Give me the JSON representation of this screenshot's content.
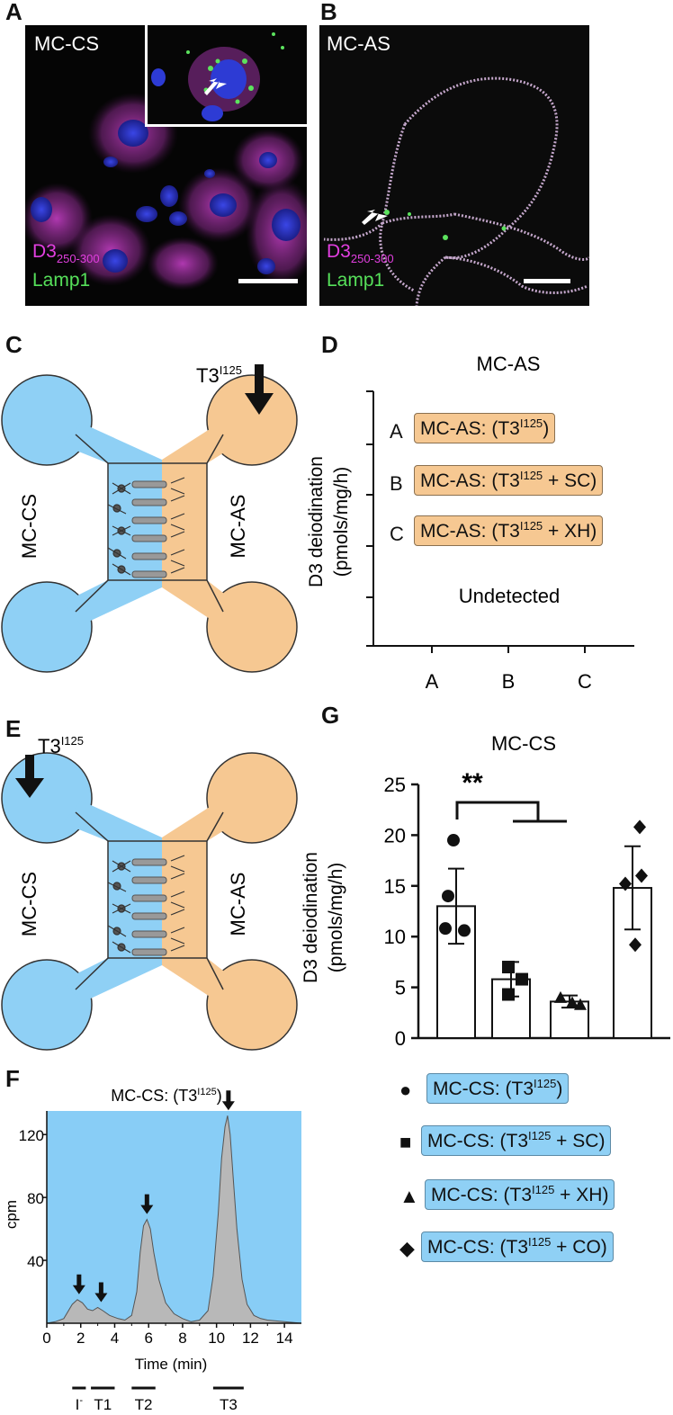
{
  "panels": {
    "a": {
      "letter": "A",
      "label": "MC-CS",
      "stain1": "D3",
      "stain1_sub": "250-300",
      "stain2": "Lamp1"
    },
    "b": {
      "letter": "B",
      "label": "MC-AS",
      "stain1": "D3",
      "stain1_sub": "250-300",
      "stain2": "Lamp1"
    },
    "c": {
      "letter": "C",
      "tracer": "T3",
      "tracer_sup": "I125",
      "left": "MC-CS",
      "right": "MC-AS"
    },
    "d": {
      "letter": "D",
      "title": "MC-AS",
      "ylabel1": "D3 deiodination",
      "ylabel2": "(pmols/mg/h)",
      "legend": [
        {
          "key": "A",
          "prefix": "MC-AS: (T3",
          "sup": "I125",
          "suffix": ")"
        },
        {
          "key": "B",
          "prefix": "MC-AS: (T3",
          "sup": "I125",
          "suffix": " + SC)"
        },
        {
          "key": "C",
          "prefix": "MC-AS: (T3",
          "sup": "I125",
          "suffix": " + XH)"
        }
      ],
      "note": "Undetected",
      "xticks": [
        "A",
        "B",
        "C"
      ]
    },
    "e": {
      "letter": "E",
      "tracer": "T3",
      "tracer_sup": "I125",
      "left": "MC-CS",
      "right": "MC-AS"
    },
    "f": {
      "letter": "F",
      "title_prefix": "MC-CS: (T3",
      "title_sup": "I125",
      "title_suffix": ")",
      "ylabel": "cpm",
      "xlabel": "Time (min)",
      "fractions": [
        "I",
        "T1",
        "T2",
        "T3"
      ],
      "iodide_sup": "-"
    },
    "g": {
      "letter": "G",
      "title": "MC-CS",
      "ylabel1": "D3 deiodination",
      "ylabel2": "(pmols/mg/h)",
      "significance": "**",
      "legend": [
        {
          "symbol": "●",
          "prefix": "MC-CS: (T3",
          "sup": "I125",
          "suffix": ")"
        },
        {
          "symbol": "■",
          "prefix": "MC-CS: (T3",
          "sup": "I125",
          "suffix": " + SC)"
        },
        {
          "symbol": "▲",
          "prefix": "MC-CS: (T3",
          "sup": "I125",
          "suffix": " + XH)"
        },
        {
          "symbol": "◆",
          "prefix": "MC-CS: (T3",
          "sup": "I125",
          "suffix": " + CO)"
        }
      ]
    }
  },
  "colors": {
    "cs_blue": "#8fd0f5",
    "as_orange": "#f6c892",
    "magenta": "#e23fe0",
    "green": "#56e05a",
    "peak_gray": "#b8b8b8",
    "hplc_bg": "#88cdf6"
  },
  "chart_data": [
    {
      "type": "bar",
      "panel": "D",
      "title": "MC-AS",
      "ylabel": "D3 deiodination (pmols/mg/h)",
      "categories": [
        "A",
        "B",
        "C"
      ],
      "values": [
        null,
        null,
        null
      ],
      "annotation": "Undetected"
    },
    {
      "type": "bar",
      "panel": "G",
      "title": "MC-CS",
      "ylabel": "D3 deiodination (pmols/mg/h)",
      "ylim": [
        0,
        25
      ],
      "yticks": [
        0,
        5,
        10,
        15,
        20,
        25
      ],
      "series": [
        {
          "name": "MC-CS: (T3I125)",
          "mean": 13.0,
          "sd": 3.7,
          "points": [
            19.5,
            14.0,
            10.8,
            10.6
          ],
          "marker": "circle"
        },
        {
          "name": "MC-CS: (T3I125 + SC)",
          "mean": 5.8,
          "sd": 1.7,
          "points": [
            7.0,
            5.8,
            4.3
          ],
          "marker": "square"
        },
        {
          "name": "MC-CS: (T3I125 + XH)",
          "mean": 3.6,
          "sd": 0.6,
          "points": [
            4.0,
            3.5,
            3.3
          ],
          "marker": "triangle"
        },
        {
          "name": "MC-CS: (T3I125 + CO)",
          "mean": 14.8,
          "sd": 4.1,
          "points": [
            20.8,
            16.0,
            15.2,
            9.2
          ],
          "marker": "diamond"
        }
      ]
    },
    {
      "type": "area",
      "panel": "F",
      "title": "MC-CS: (T3I125)",
      "xlabel": "Time (min)",
      "ylabel": "cpm",
      "xlim": [
        0,
        15
      ],
      "ylim": [
        0,
        135
      ],
      "xticks": [
        0,
        2,
        4,
        6,
        8,
        10,
        12,
        14
      ],
      "yticks": [
        40,
        80,
        120
      ],
      "x": [
        0.0,
        0.5,
        1.0,
        1.5,
        1.8,
        2.1,
        2.4,
        2.7,
        3.0,
        3.3,
        3.7,
        4.2,
        4.6,
        5.0,
        5.3,
        5.5,
        5.7,
        5.9,
        6.1,
        6.3,
        6.6,
        7.0,
        7.5,
        8.0,
        8.5,
        9.0,
        9.5,
        9.8,
        10.1,
        10.3,
        10.5,
        10.65,
        10.8,
        11.0,
        11.2,
        11.5,
        11.8,
        12.2,
        12.6,
        13.0,
        14.0,
        15.0
      ],
      "y": [
        0,
        1,
        3,
        12,
        15,
        13,
        9,
        8,
        10,
        8,
        5,
        3,
        2,
        5,
        20,
        45,
        62,
        66,
        60,
        45,
        28,
        13,
        6,
        3,
        1,
        2,
        8,
        30,
        70,
        105,
        125,
        132,
        120,
        90,
        60,
        28,
        12,
        5,
        3,
        2,
        1,
        0
      ],
      "peak_markers": [
        1.9,
        3.2,
        5.9,
        10.7
      ],
      "fractions": [
        {
          "label": "I-",
          "range": [
            1.5,
            2.3
          ]
        },
        {
          "label": "T1",
          "range": [
            2.6,
            4.0
          ]
        },
        {
          "label": "T2",
          "range": [
            5.0,
            6.4
          ]
        },
        {
          "label": "T3",
          "range": [
            9.8,
            11.6
          ]
        }
      ]
    }
  ]
}
